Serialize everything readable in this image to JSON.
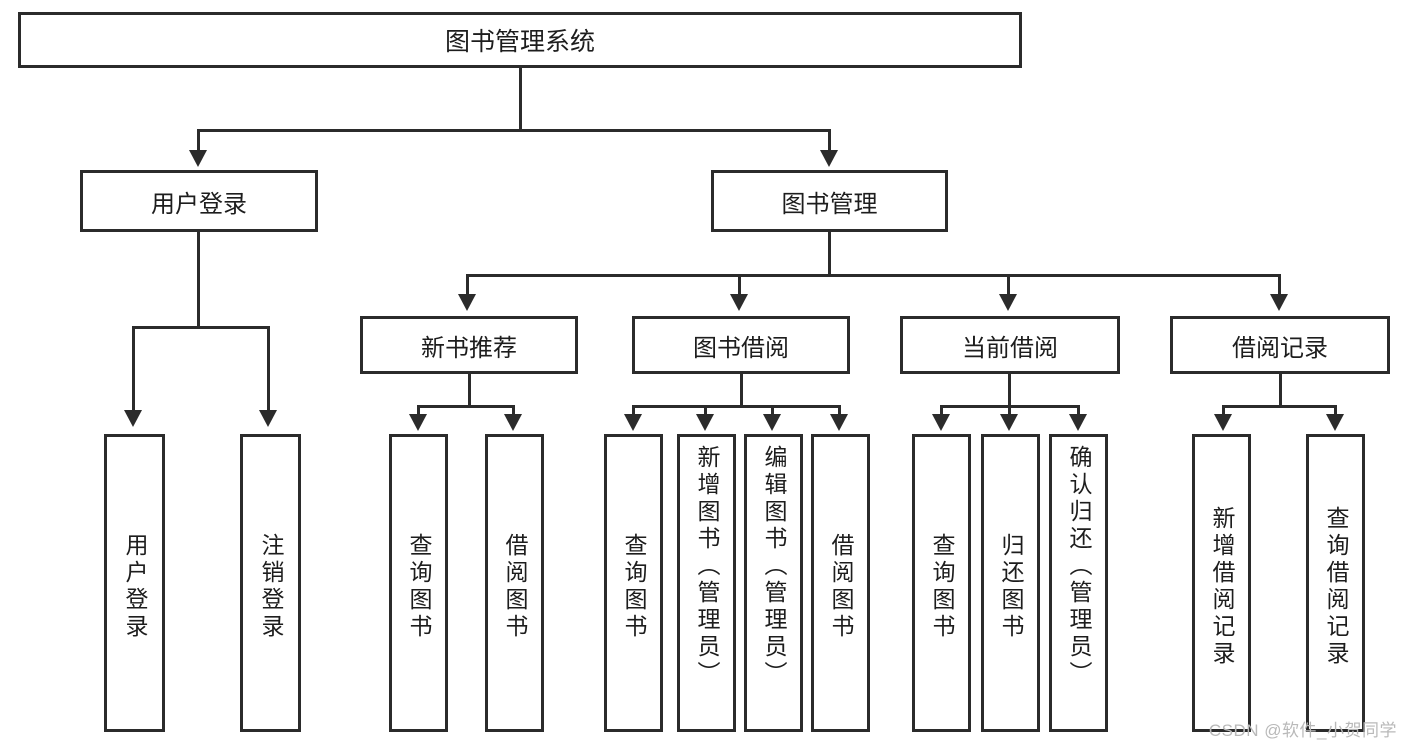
{
  "diagram": {
    "title": "图书管理系统",
    "type": "tree-hierarchy-chart",
    "root": {
      "label": "图书管理系统"
    },
    "level2": [
      {
        "label": "用户登录"
      },
      {
        "label": "图书管理"
      }
    ],
    "level3": [
      {
        "label": "新书推荐"
      },
      {
        "label": "图书借阅"
      },
      {
        "label": "当前借阅"
      },
      {
        "label": "借阅记录"
      }
    ],
    "leaves": {
      "user_login": [
        {
          "label": "用户登录"
        },
        {
          "label": "注销登录"
        }
      ],
      "new_book_recommend": [
        {
          "label": "查询图书"
        },
        {
          "label": "借阅图书"
        }
      ],
      "book_borrow": [
        {
          "label": "查询图书"
        },
        {
          "label": "新增图书（管理员）"
        },
        {
          "label": "编辑图书（管理员）"
        },
        {
          "label": "借阅图书"
        }
      ],
      "current_borrow": [
        {
          "label": "查询图书"
        },
        {
          "label": "归还图书"
        },
        {
          "label": "确认归还（管理员）"
        }
      ],
      "borrow_record": [
        {
          "label": "新增借阅记录"
        },
        {
          "label": "查询借阅记录"
        }
      ]
    },
    "watermark": "CSDN @软件_小贺同学",
    "colors": {
      "stroke": "#2b2b2b",
      "fill": "#ffffff",
      "text": "#1d1d1d",
      "watermark": "#b9b9b9"
    }
  }
}
